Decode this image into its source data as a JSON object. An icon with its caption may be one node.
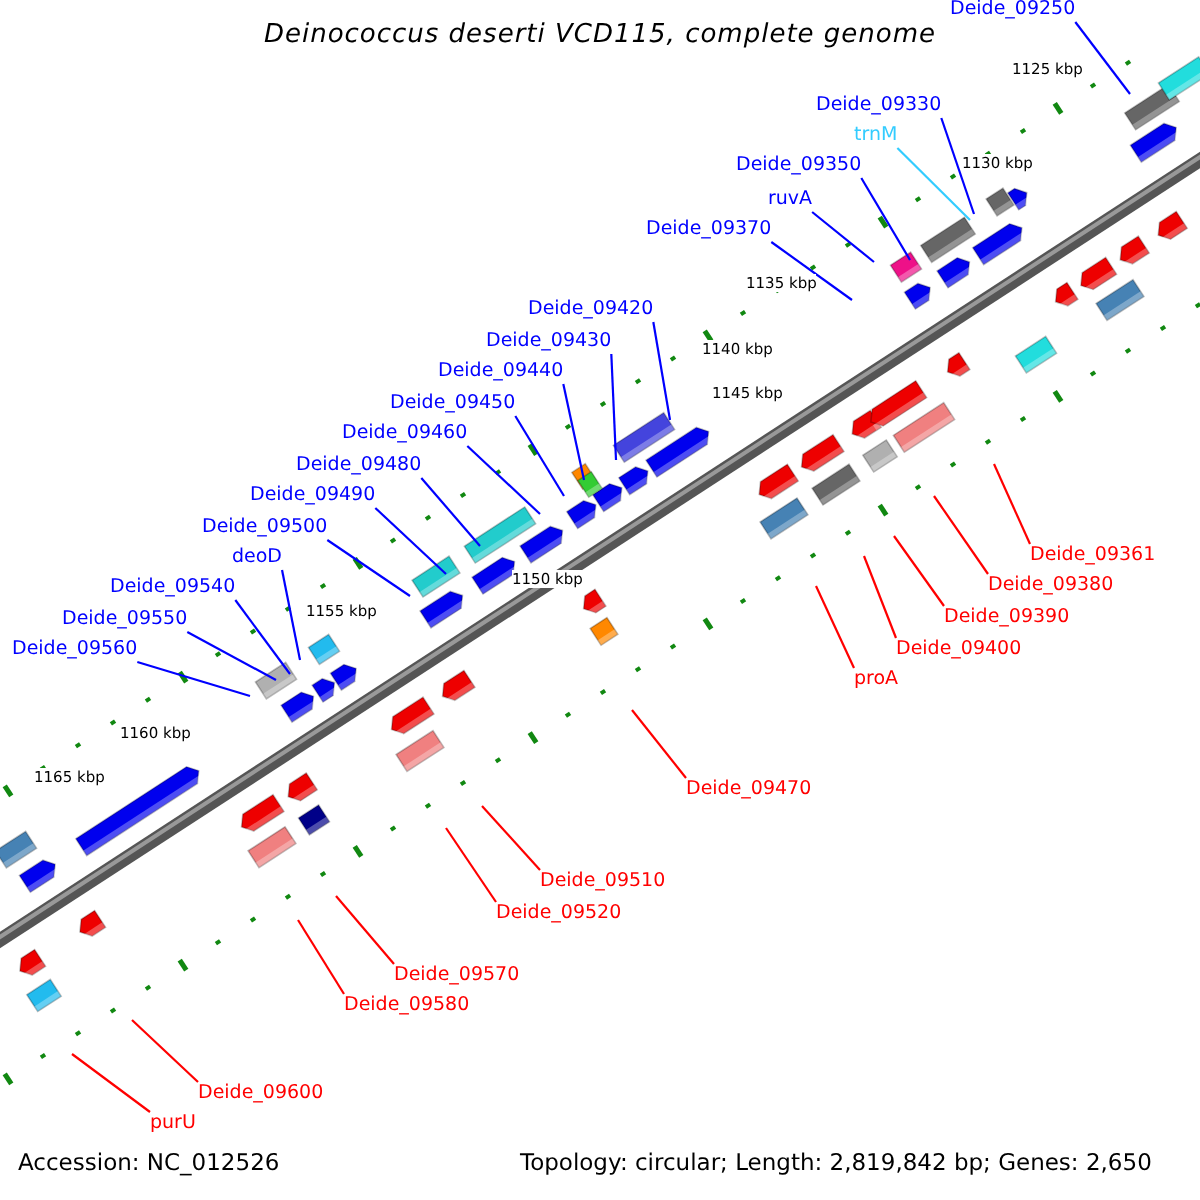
{
  "diagram": {
    "title": "Deinococcus deserti VCD115, complete genome",
    "nodes": [
      {
        "text": [
          "Deide_09250"
        ]
      },
      {
        "text": [
          "Deide_09330"
        ]
      },
      {
        "text": [
          "trnM"
        ]
      },
      {
        "text": [
          "Deide_09350"
        ]
      },
      {
        "text": [
          "ruvA"
        ]
      },
      {
        "text": [
          "Deide_09370"
        ]
      },
      {
        "text": [
          "Deide_09420"
        ]
      },
      {
        "text": [
          "Deide_09430"
        ]
      },
      {
        "text": [
          "Deide_09440"
        ]
      },
      {
        "text": [
          "Deide_09450"
        ]
      },
      {
        "text": [
          "Deide_09460"
        ]
      },
      {
        "text": [
          "Deide_09480"
        ]
      },
      {
        "text": [
          "Deide_09490"
        ]
      },
      {
        "text": [
          "Deide_09500"
        ]
      },
      {
        "text": [
          "deoD"
        ]
      },
      {
        "text": [
          "Deide_09540"
        ]
      },
      {
        "text": [
          "Deide_09550"
        ]
      },
      {
        "text": [
          "Deide_09560"
        ]
      },
      {
        "text": [
          "Deide_09361"
        ]
      },
      {
        "text": [
          "Deide_09380"
        ]
      },
      {
        "text": [
          "Deide_09390"
        ]
      },
      {
        "text": [
          "Deide_09400"
        ]
      },
      {
        "text": [
          "proA"
        ]
      },
      {
        "text": [
          "Deide_09470"
        ]
      },
      {
        "text": [
          "Deide_09510"
        ]
      },
      {
        "text": [
          "Deide_09520"
        ]
      },
      {
        "text": [
          "Deide_09570"
        ]
      },
      {
        "text": [
          "Deide_09580"
        ]
      },
      {
        "text": [
          "Deide_09600"
        ]
      },
      {
        "text": [
          "purU"
        ]
      }
    ],
    "edges": [
      {
        "from": 0,
        "to": null,
        "arrow": "none"
      },
      {
        "from": 1,
        "to": null,
        "arrow": "none"
      },
      {
        "from": 2,
        "to": null,
        "arrow": "none",
        "color": "#33ccff"
      },
      {
        "from": 3,
        "to": null,
        "arrow": "none"
      },
      {
        "from": 4,
        "to": null,
        "arrow": "none"
      },
      {
        "from": 5,
        "to": null,
        "arrow": "none"
      },
      {
        "from": 6,
        "to": null,
        "arrow": "none"
      },
      {
        "from": 7,
        "to": null,
        "arrow": "none"
      },
      {
        "from": 8,
        "to": null,
        "arrow": "none"
      },
      {
        "from": 9,
        "to": null,
        "arrow": "none"
      },
      {
        "from": 10,
        "to": null,
        "arrow": "none"
      },
      {
        "from": 11,
        "to": null,
        "arrow": "none"
      },
      {
        "from": 12,
        "to": null,
        "arrow": "none"
      },
      {
        "from": 13,
        "to": null,
        "arrow": "none"
      },
      {
        "from": 14,
        "to": null,
        "arrow": "none"
      },
      {
        "from": 15,
        "to": null,
        "arrow": "none"
      },
      {
        "from": 16,
        "to": null,
        "arrow": "none"
      },
      {
        "from": 17,
        "to": null,
        "arrow": "none"
      },
      {
        "from": 18,
        "to": null,
        "arrow": "none",
        "color": "#ff0000"
      },
      {
        "from": 19,
        "to": null,
        "arrow": "none",
        "color": "#ff0000"
      },
      {
        "from": 20,
        "to": null,
        "arrow": "none",
        "color": "#ff0000"
      },
      {
        "from": 21,
        "to": null,
        "arrow": "none",
        "color": "#ff0000"
      },
      {
        "from": 22,
        "to": null,
        "arrow": "none",
        "color": "#ff0000"
      },
      {
        "from": 23,
        "to": null,
        "arrow": "none",
        "color": "#ff0000"
      },
      {
        "from": 24,
        "to": null,
        "arrow": "none",
        "color": "#ff0000"
      },
      {
        "from": 25,
        "to": null,
        "arrow": "none",
        "color": "#ff0000"
      },
      {
        "from": 26,
        "to": null,
        "arrow": "none",
        "color": "#ff0000"
      },
      {
        "from": 27,
        "to": null,
        "arrow": "none",
        "color": "#ff0000"
      },
      {
        "from": 28,
        "to": null,
        "arrow": "none",
        "color": "#ff0000"
      },
      {
        "from": 29,
        "to": null,
        "arrow": "none",
        "color": "#ff0000"
      }
    ],
    "labels": [
      "1125 kbp",
      "1130 kbp",
      "1135 kbp",
      "1140 kbp",
      "1145 kbp",
      "1150 kbp",
      "1155 kbp",
      "1160 kbp",
      "1165 kbp",
      "Accession: NC_012526",
      "Topology: circular; Length: 2,819,842 bp; Genes: 2,650"
    ]
  }
}
